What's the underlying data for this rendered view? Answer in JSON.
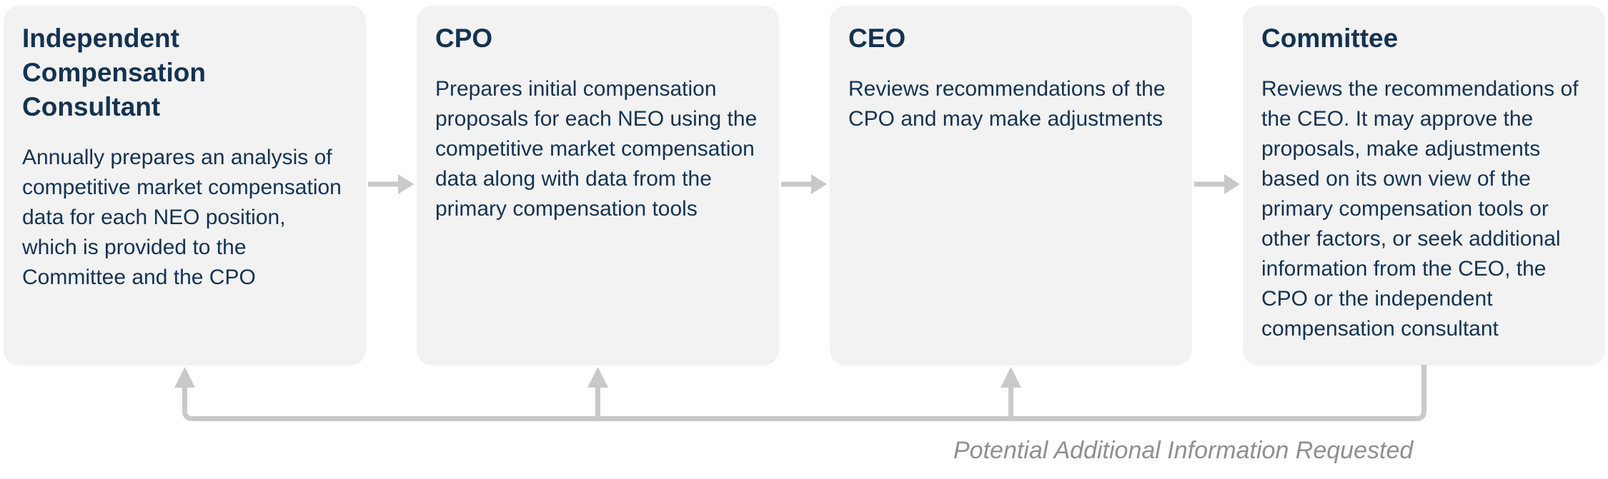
{
  "diagram": {
    "type": "process-flow",
    "boxes": [
      {
        "id": "independent-compensation-consultant",
        "heading": "Independent Compensation Consultant",
        "body": "Annually prepares an analysis of competitive market compensation data for each NEO position, which is provided to the Committee and the CPO"
      },
      {
        "id": "cpo",
        "heading": "CPO",
        "body": "Prepares initial compensation proposals for each NEO using the competitive market compensation data along with data from the primary compensation tools"
      },
      {
        "id": "ceo",
        "heading": "CEO",
        "body": "Reviews recommendations of the CPO and may make adjustments"
      },
      {
        "id": "committee",
        "heading": "Committee",
        "body": "Reviews the recommendations of the CEO. It may approve the proposals, make adjustments based on its own view of the primary compensation tools or other factors, or seek additional information from the CEO, the CPO or the independent compensation consultant"
      }
    ],
    "forward_flow": [
      "Independent Compensation Consultant → CPO",
      "CPO → CEO",
      "CEO → Committee"
    ],
    "feedback_flow": "Committee → CEO, CPO, Independent Compensation Consultant",
    "feedback_label": "Potential Additional Information Requested",
    "colors": {
      "text": "#143350",
      "box_background": "#f2f2f2",
      "arrow": "#c9c9c9",
      "caption": "#8f8f8f",
      "page_background": "#ffffff"
    }
  }
}
